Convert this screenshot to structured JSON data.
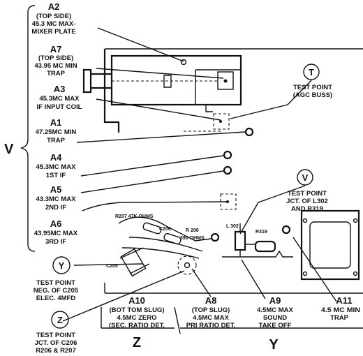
{
  "adjustments": {
    "a2": {
      "id": "A2",
      "lines": [
        "(TOP SIDE)",
        "45.3 MC MAX-",
        "MIXER PLATE"
      ]
    },
    "a7": {
      "id": "A7",
      "lines": [
        "(TOP SIDE)",
        "43.95 MC MIN",
        "TRAP"
      ]
    },
    "a3": {
      "id": "A3",
      "lines": [
        "45.3MC MAX",
        "IF INPUT COIL"
      ]
    },
    "a1": {
      "id": "A1",
      "lines": [
        "47.25MC MIN",
        "TRAP"
      ]
    },
    "a4": {
      "id": "A4",
      "lines": [
        "45.3MC MAX",
        "1ST IF"
      ]
    },
    "a5": {
      "id": "A5",
      "lines": [
        "43.3MC MAX",
        "2ND IF"
      ]
    },
    "a6": {
      "id": "A6",
      "lines": [
        "43.95MC MAX",
        "3RD IF"
      ]
    },
    "a10": {
      "id": "A10",
      "lines": [
        "(BOT TOM SLUG)",
        "4.5MC ZERO",
        "(SEC. RATIO DET."
      ]
    },
    "a8": {
      "id": "A8",
      "lines": [
        "(TOP SLUG)",
        "4.5MC MAX",
        "PRI RATIO DET."
      ]
    },
    "a9": {
      "id": "A9",
      "lines": [
        "4.5MC MAX",
        "SOUND",
        "TAKE OFF"
      ]
    },
    "a11": {
      "id": "A11",
      "lines": [
        "4.5 MC MIN",
        "TRAP"
      ]
    }
  },
  "test_points": {
    "t": {
      "symbol": "T",
      "lines": [
        "TEST POINT",
        "(AGC BUSS)"
      ]
    },
    "v": {
      "symbol": "V",
      "lines": [
        "TEST POINT",
        "JCT. OF L302",
        "AND R319"
      ]
    },
    "y": {
      "symbol": "Y",
      "lines": [
        "TEST POINT",
        "NEG. OF C205",
        "ELEC. 4MFD"
      ]
    },
    "z": {
      "symbol": "Z",
      "lines": [
        "TEST POINT",
        "JCT. OF C206",
        "R206 & R207"
      ]
    }
  },
  "components": {
    "r207": "R207  47K OHMS",
    "c206": "C206",
    "r206": "R 206",
    "r206_value": "390 OHMS",
    "c205": "C205",
    "l302": "L 302",
    "r319": "R319"
  },
  "groups": {
    "v": "V",
    "z": "Z",
    "y": "Y"
  }
}
